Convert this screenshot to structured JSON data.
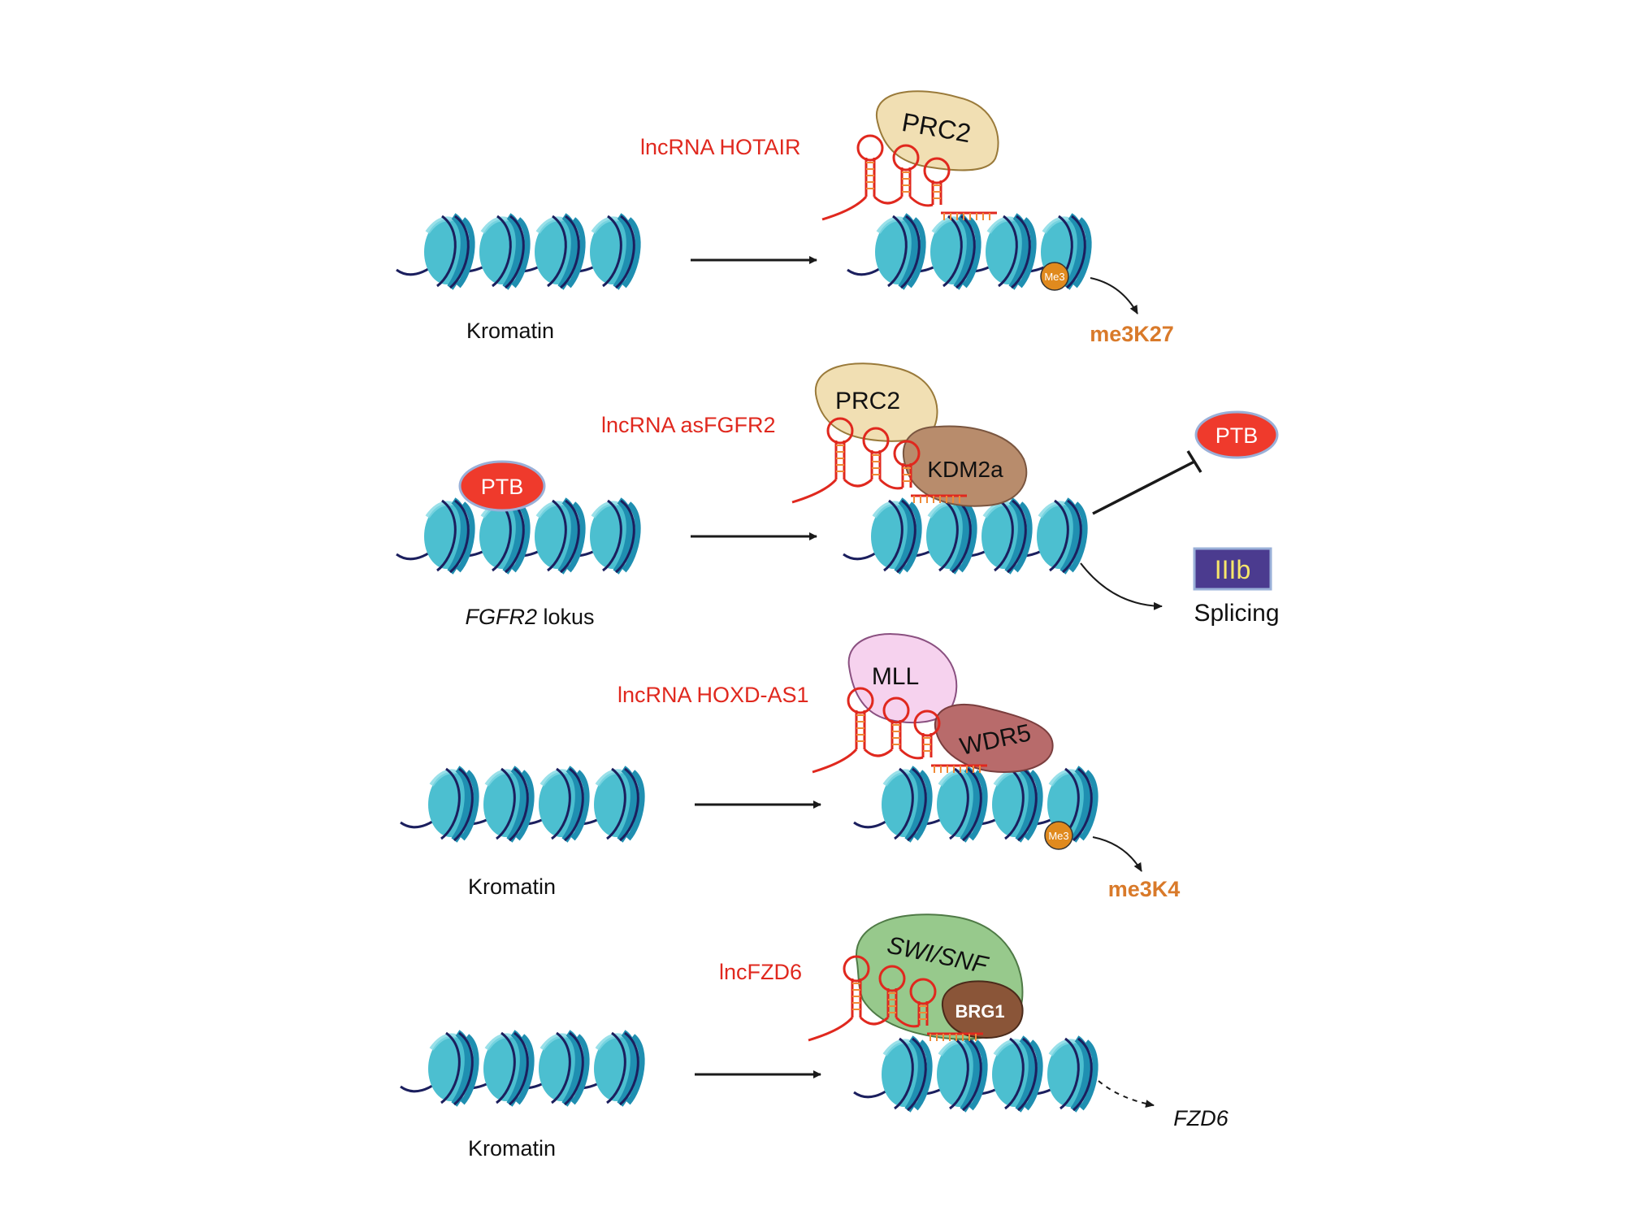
{
  "colors": {
    "nucleosome_fill": "#4cbfd0",
    "nucleosome_dark": "#1f8fb1",
    "dna": "#1b1f5e",
    "rna": "#e0281e",
    "rna_rungs": "#f08a36",
    "label_red": "#e0281e",
    "label_orange": "#d97a2a",
    "prc2": "#f1dfb3",
    "kdm2a": "#b88c6c",
    "mll": "#f6d2ee",
    "wdr5": "#b86b6b",
    "swisnf": "#97c98c",
    "brg1": "#8a5538",
    "ptb": "#ef3a2c",
    "iiib_fill": "#4b3b8f",
    "iiib_text": "#f7e66a",
    "me3": "#e08a1e"
  },
  "panels": [
    {
      "id": "hotair",
      "input_label": "Kromatin",
      "rna_label": "lncRNA HOTAIR",
      "complexes": [
        "PRC2"
      ],
      "mark_badge": "Me3",
      "outcome": "me3K27"
    },
    {
      "id": "asfgfr2",
      "input_label_italic": "FGFR2",
      "input_label_rest": " lokus",
      "bound_protein": "PTB",
      "rna_label": "lncRNA asFGFR2",
      "complexes": [
        "PRC2",
        "KDM2a"
      ],
      "inhibited": "PTB",
      "isoform": "IIIb",
      "outcome": "Splicing"
    },
    {
      "id": "hoxd",
      "input_label": "Kromatin",
      "rna_label": "lncRNA HOXD-AS1",
      "complexes": [
        "MLL",
        "WDR5"
      ],
      "mark_badge": "Me3",
      "outcome": "me3K4"
    },
    {
      "id": "fzd6",
      "input_label": "Kromatin",
      "rna_label": "lncFZD6",
      "complexes": [
        "SWI/SNF",
        "BRG1"
      ],
      "outcome": "FZD6"
    }
  ]
}
